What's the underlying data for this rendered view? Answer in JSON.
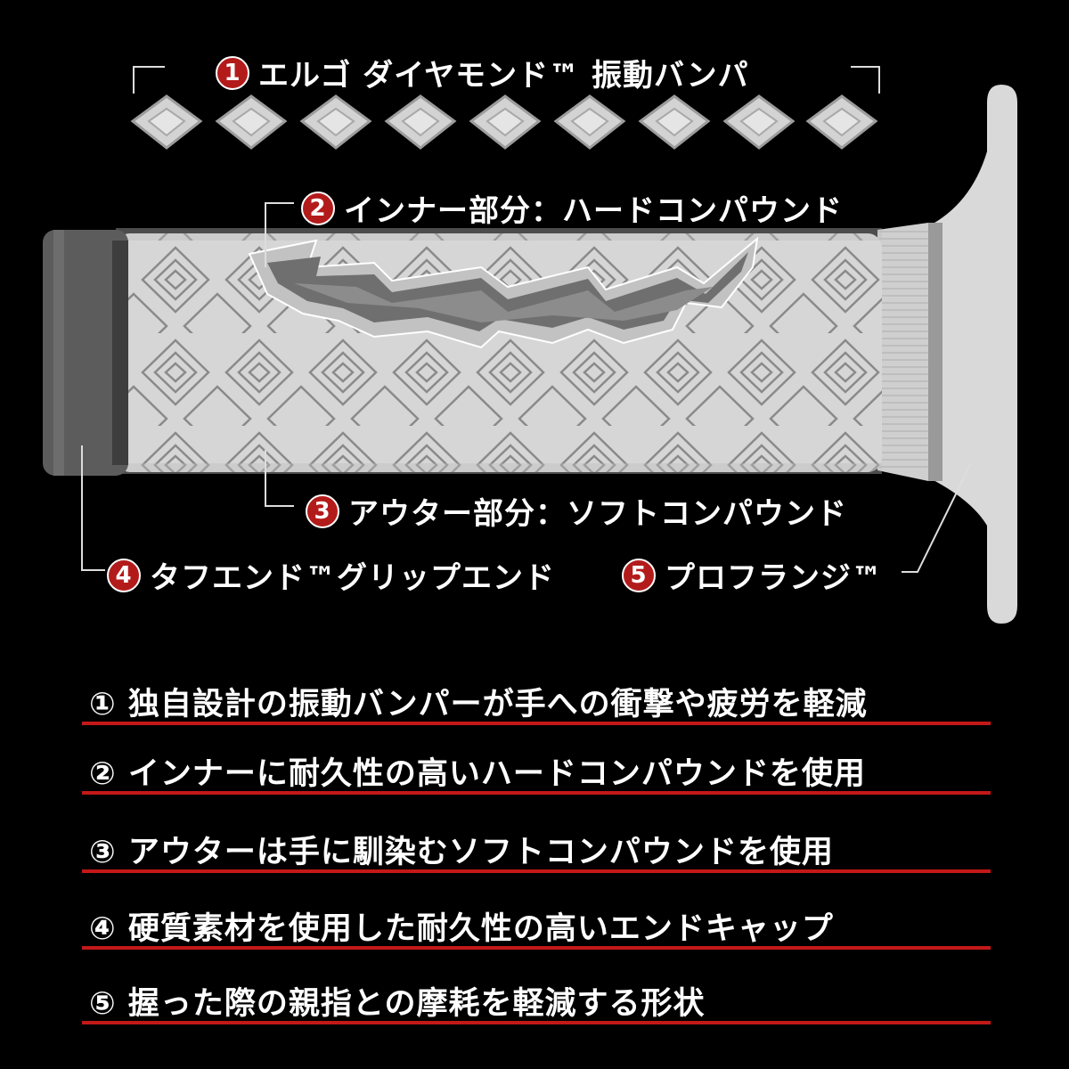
{
  "callouts": {
    "c1": {
      "num": "1",
      "label": "エルゴ ダイヤモンド™ 振動バンパ"
    },
    "c2": {
      "num": "2",
      "label": "インナー部分：ハードコンパウンド"
    },
    "c3": {
      "num": "3",
      "label": "アウター部分：ソフトコンパウンド"
    },
    "c4": {
      "num": "4",
      "label": "タフエンド™グリップエンド"
    },
    "c5": {
      "num": "5",
      "label": "プロフランジ™"
    }
  },
  "features": [
    {
      "text": "① 独自設計の振動バンパーが手への衝撃や疲労を軽減"
    },
    {
      "text": "② インナーに耐久性の高いハードコンパウンドを使用"
    },
    {
      "text": "③ アウターは手に馴染むソフトコンパウンドを使用"
    },
    {
      "text": "④ 硬質素材を使用した耐久性の高いエンドキャップ"
    },
    {
      "text": "⑤ 握った際の親指との摩耗を軽減する形状"
    }
  ],
  "colors": {
    "accent": "#c41818",
    "grip": "#d9d9d9",
    "background": "#000000"
  }
}
